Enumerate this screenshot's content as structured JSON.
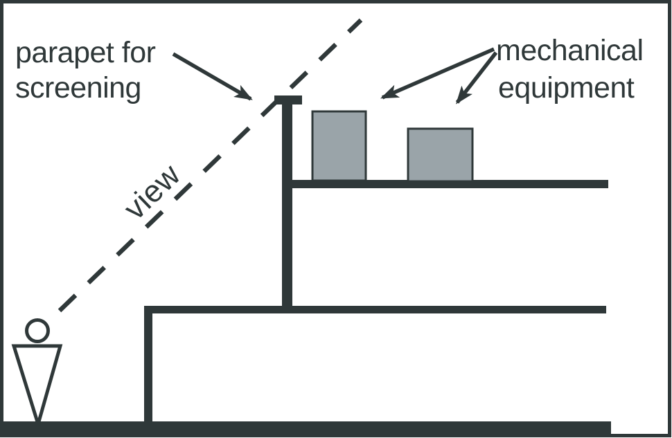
{
  "diagram": {
    "labels": {
      "parapet_line1": "parapet for",
      "parapet_line2": "screening",
      "equipment_line1": "mechanical",
      "equipment_line2": "equipment",
      "view": "view"
    },
    "icons": {
      "person": "person-icon",
      "sightline": "dashed-view-line",
      "leader_arrows": "arrowhead"
    },
    "colors": {
      "stroke": "#2f3839",
      "equipment_fill": "#9aa4a9",
      "background": "#ffffff"
    }
  }
}
